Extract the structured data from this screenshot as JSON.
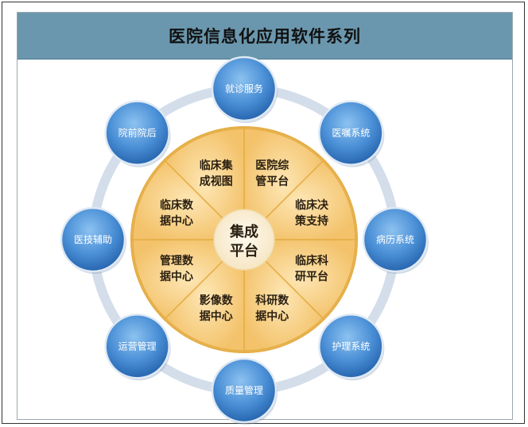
{
  "title": "医院信息化应用软件系列",
  "colors": {
    "title_bg": "#6a97ad",
    "wedge_fill": "#f7cf7f",
    "wedge_stroke": "#e4ad45",
    "center_fill": "#fbf1d7",
    "ring": "#d3deea",
    "node_outer": "#2f72bd",
    "node_inner": "#6aa8e3"
  },
  "center": {
    "line1": "集成",
    "line2": "平台"
  },
  "segments": [
    {
      "line1": "医院综",
      "line2": "管平台"
    },
    {
      "line1": "临床决",
      "line2": "策支持"
    },
    {
      "line1": "临床科",
      "line2": "研平台"
    },
    {
      "line1": "科研数",
      "line2": "据中心"
    },
    {
      "line1": "影像数",
      "line2": "据中心"
    },
    {
      "line1": "管理数",
      "line2": "据中心"
    },
    {
      "line1": "临床数",
      "line2": "据中心"
    },
    {
      "line1": "临床集",
      "line2": "成视图"
    }
  ],
  "nodes": [
    {
      "label": "就诊服务"
    },
    {
      "label": "医嘱系统"
    },
    {
      "label": "病历系统"
    },
    {
      "label": "护理系统"
    },
    {
      "label": "质量管理"
    },
    {
      "label": "运营管理"
    },
    {
      "label": "医技辅助"
    },
    {
      "label": "院前院后"
    }
  ]
}
